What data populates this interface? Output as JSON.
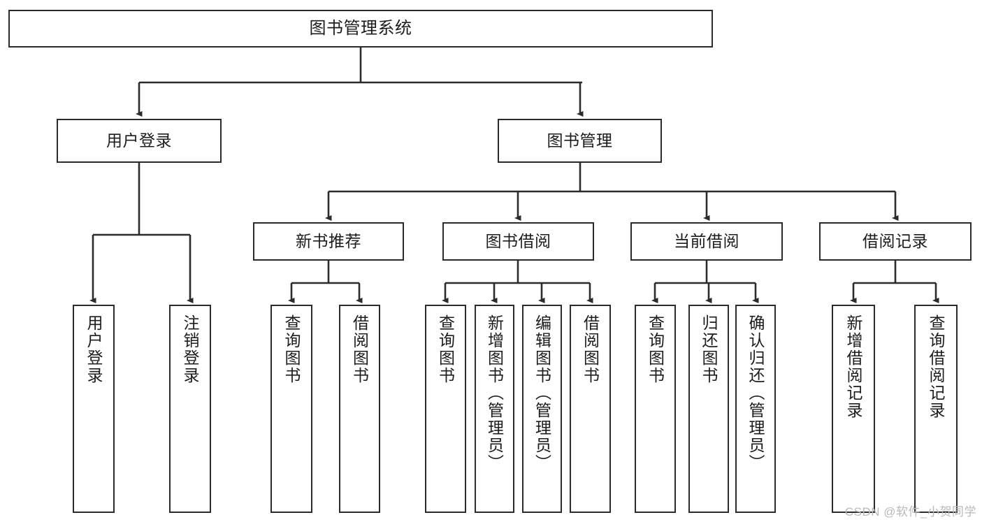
{
  "diagram": {
    "title": "图书管理系统",
    "type": "功能结构图",
    "line_color": "#2b2b2b",
    "box_fill": "#ffffff",
    "text_color": "#1c1c1c",
    "watermark": "CSDN @软件_小贺同学"
  },
  "nodes": {
    "root": {
      "label": "图书管理系统"
    },
    "level2": [
      {
        "label": "用户登录"
      },
      {
        "label": "图书管理"
      }
    ],
    "level3": [
      {
        "label": "新书推荐"
      },
      {
        "label": "图书借阅"
      },
      {
        "label": "当前借阅"
      },
      {
        "label": "借阅记录"
      }
    ],
    "leaves": [
      {
        "label": "用户登录"
      },
      {
        "label": "注销登录"
      },
      {
        "label": "查询图书"
      },
      {
        "label": "借阅图书"
      },
      {
        "label": "查询图书"
      },
      {
        "label": "新增图书（管理员）"
      },
      {
        "label": "编辑图书（管理员）"
      },
      {
        "label": "借阅图书"
      },
      {
        "label": "查询图书"
      },
      {
        "label": "归还图书"
      },
      {
        "label": "确认归还（管理员）"
      },
      {
        "label": "新增借阅记录"
      },
      {
        "label": "查询借阅记录"
      }
    ]
  }
}
